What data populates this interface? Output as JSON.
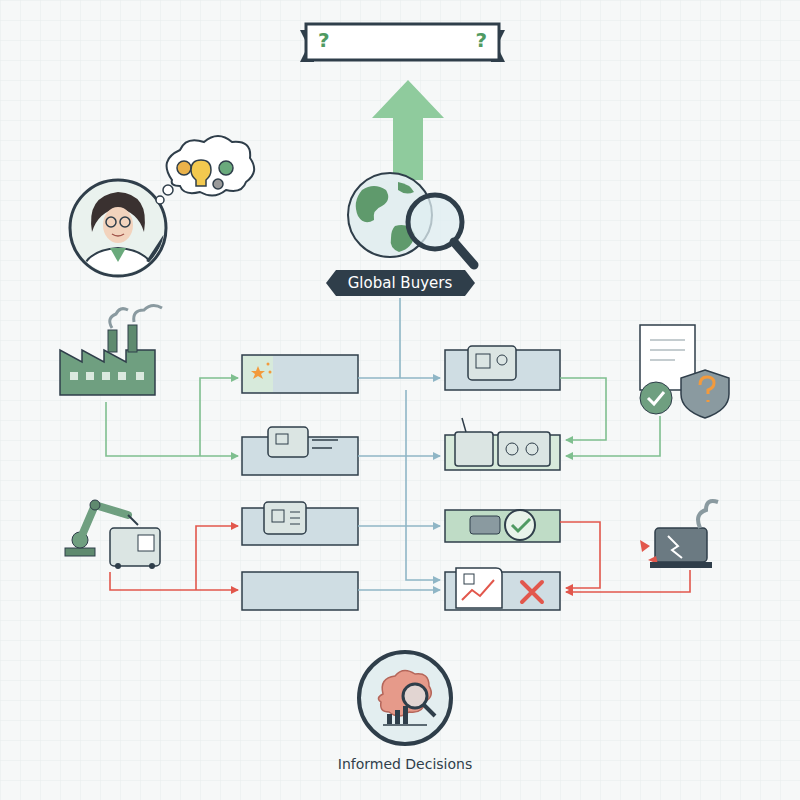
{
  "diagram": {
    "nodes": [
      {
        "text": [
          "?",
          "?"
        ]
      },
      {
        "text": [
          "Global Buyers"
        ]
      },
      {
        "text": [
          "Informed Decisions"
        ]
      }
    ]
  }
}
